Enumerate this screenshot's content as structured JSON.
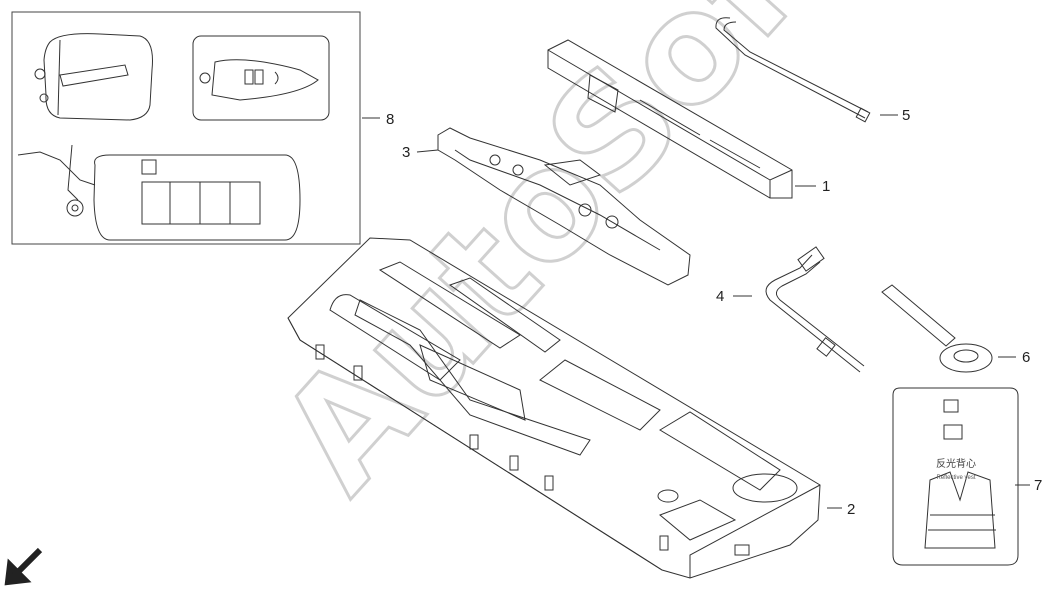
{
  "callouts": [
    {
      "id": "1"
    },
    {
      "id": "2"
    },
    {
      "id": "3"
    },
    {
      "id": "4"
    },
    {
      "id": "5"
    },
    {
      "id": "6"
    },
    {
      "id": "7"
    },
    {
      "id": "8"
    }
  ],
  "vest_label": {
    "line1": "反光背心",
    "line2": "Reflective vest"
  },
  "watermark": "AutoSoft",
  "colors": {
    "line": "#333333",
    "watermark": "#b9b9b9"
  }
}
